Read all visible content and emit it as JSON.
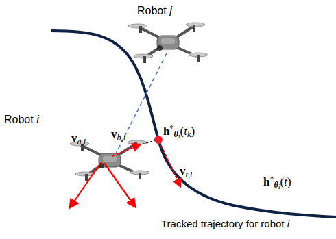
{
  "diagram": {
    "labels": [
      "Robot j",
      "Robot i",
      "vb,i",
      "h*θi(tk)",
      "va,i",
      "vt,i",
      "h*θi(t)",
      "Tracked trajectory for robot i"
    ]
  }
}
